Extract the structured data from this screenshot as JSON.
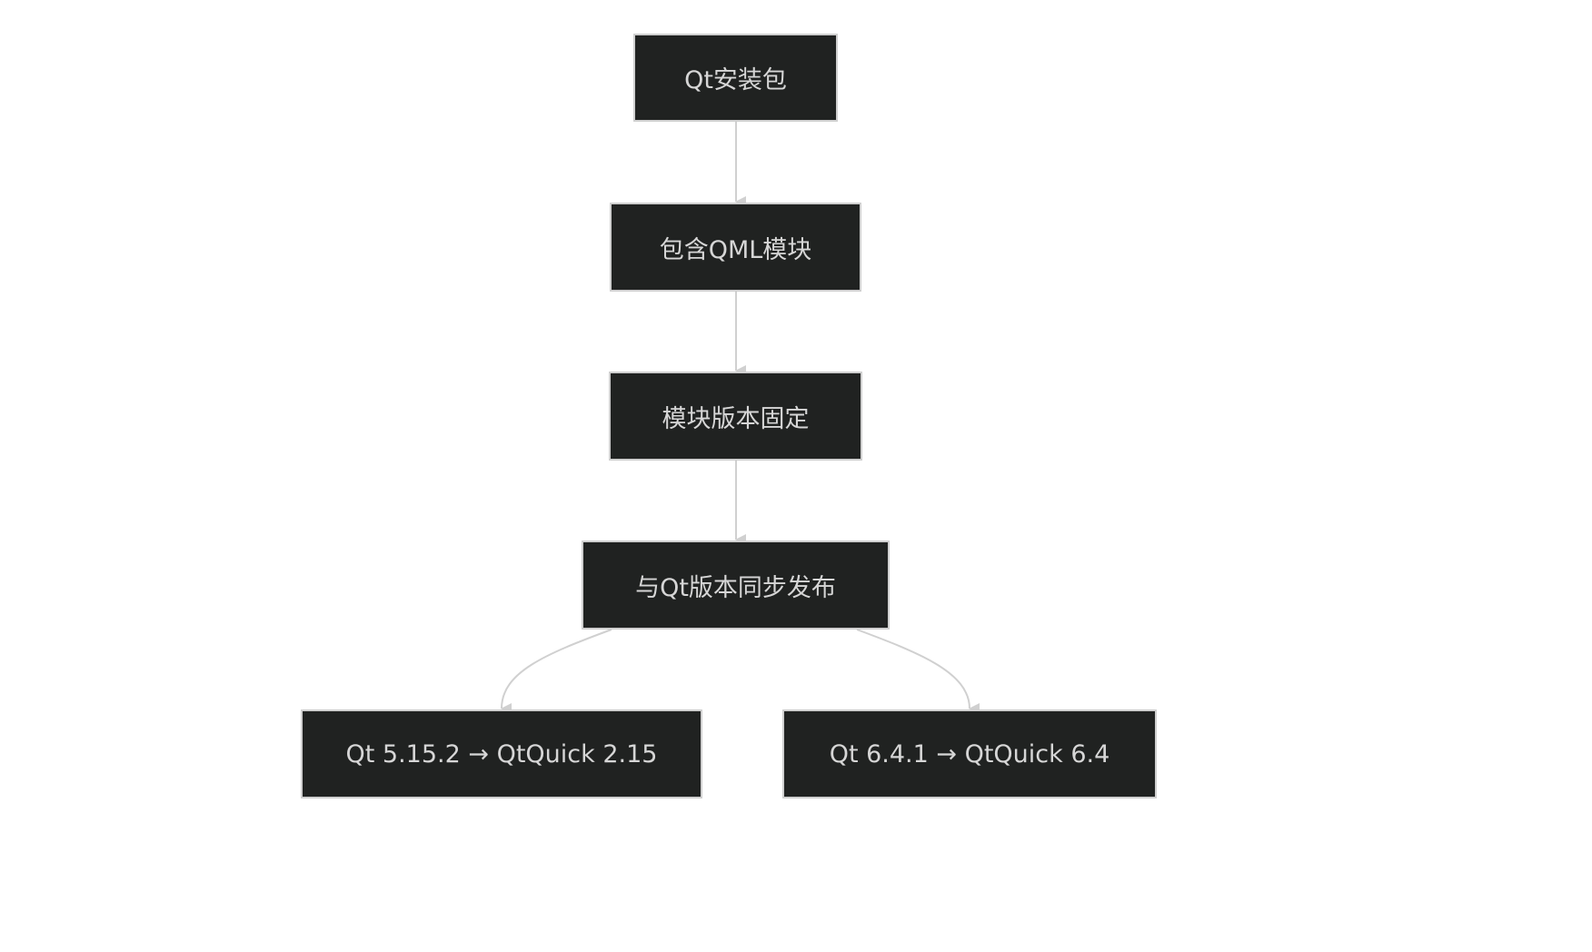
{
  "diagram": {
    "type": "flowchart",
    "direction": "top-down",
    "colors": {
      "node_fill": "#202221",
      "node_border": "#cfcfcf",
      "node_text": "#d6d6d6",
      "edge": "#d0d0d0",
      "background": "#ffffff"
    },
    "nodes": [
      {
        "id": "n1",
        "label": "Qt安装包"
      },
      {
        "id": "n2",
        "label": "包含QML模块"
      },
      {
        "id": "n3",
        "label": "模块版本固定"
      },
      {
        "id": "n4",
        "label": "与Qt版本同步发布"
      },
      {
        "id": "n5",
        "label": "Qt 5.15.2 → QtQuick 2.15"
      },
      {
        "id": "n6",
        "label": "Qt 6.4.1 → QtQuick 6.4"
      }
    ],
    "edges": [
      {
        "from": "n1",
        "to": "n2"
      },
      {
        "from": "n2",
        "to": "n3"
      },
      {
        "from": "n3",
        "to": "n4"
      },
      {
        "from": "n4",
        "to": "n5"
      },
      {
        "from": "n4",
        "to": "n6"
      }
    ]
  }
}
